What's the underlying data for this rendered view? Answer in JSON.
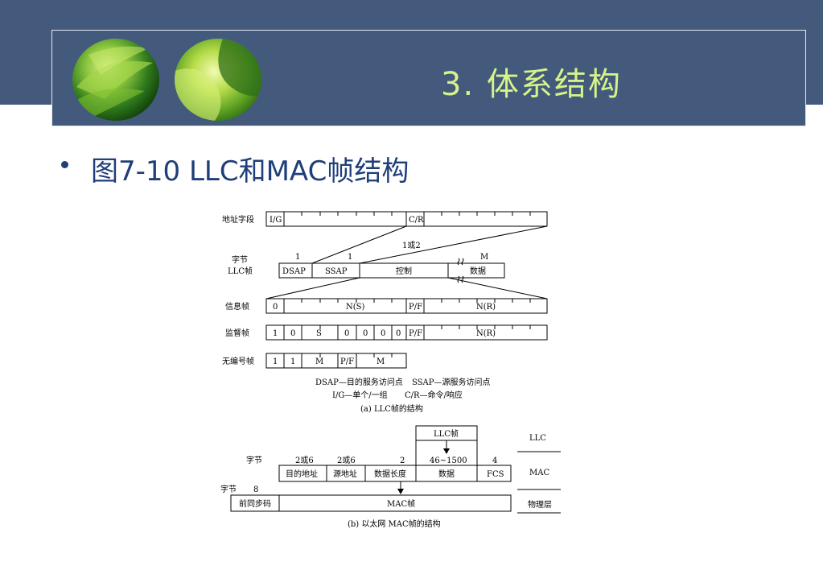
{
  "header": {
    "title": "3. 体系结构"
  },
  "bullet": {
    "text": "图7-10 LLC和MAC帧结构"
  },
  "colors": {
    "header_bg": "#435a7c",
    "title": "#d6f38a",
    "bullet": "#1f3e7a"
  },
  "diagram_a": {
    "addr_label": "地址字段",
    "ig": "I/G",
    "cr": "C/R",
    "or2": "1或2",
    "byte_label": "字节",
    "llc_label": "LLC帧",
    "b1": "1",
    "b2": "1",
    "bm": "M",
    "dsap": "DSAP",
    "ssap": "SSAP",
    "control": "控制",
    "data": "数据",
    "info_label": "信息帧",
    "info": [
      "0",
      "N(S)",
      "P/F",
      "N(R)"
    ],
    "super_label": "监督帧",
    "super": [
      "1",
      "0",
      "S",
      "0",
      "0",
      "0",
      "0",
      "P/F",
      "N(R)"
    ],
    "unnum_label": "无编号帧",
    "unnum": [
      "1",
      "1",
      "M",
      "P/F",
      "M"
    ],
    "note1": "DSAP—目的服务访问点",
    "note2": "SSAP—源服务访问点",
    "note3": "I/G—单个/一组",
    "note4": "C/R—命令/响应",
    "caption": "(a)  LLC帧的结构"
  },
  "diagram_b": {
    "llc_frame": "LLC帧",
    "layer_llc": "LLC",
    "layer_mac": "MAC",
    "layer_phy": "物理层",
    "byte_label": "字节",
    "s1": "2或6",
    "s2": "2或6",
    "s3": "2",
    "s4": "46~1500",
    "s5": "4",
    "dest": "目的地址",
    "src": "源地址",
    "len": "数据长度",
    "data": "数据",
    "fcs": "FCS",
    "byte_label2": "字节",
    "s8": "8",
    "preamble": "前同步码",
    "mac_frame": "MAC帧",
    "caption": "(b)  以太网 MAC帧的结构"
  }
}
